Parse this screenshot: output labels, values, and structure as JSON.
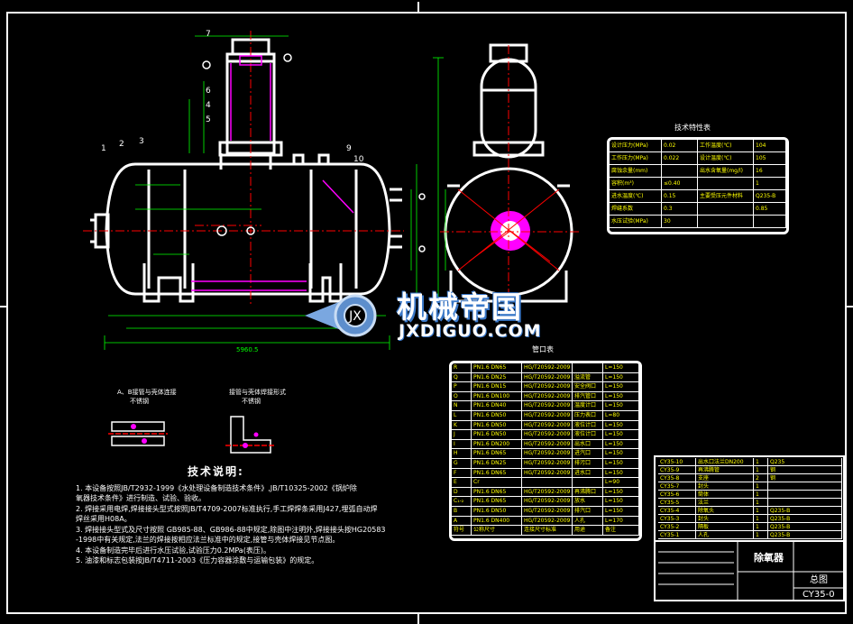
{
  "drawing": {
    "tech_title": "技术说明:",
    "notes": [
      "1. 本设备按照JB/T2932-1999《水处理设备制造技术条件》,JB/T10325-2002《锅炉除",
      "   氧器技术条件》进行制造、试验、验收。",
      "2. 焊接采用电焊,焊接接头型式按照JB/T4709-2007标准执行,手工焊焊条采用J427,埋弧自动焊",
      "   焊丝采用H08A。",
      "3. 焊接接头型式及尺寸按照 GB985-88、GB986-88中规定,除图中注明外,焊接接头按HG20583",
      "   -1998中有关规定,法兰的焊接按相应法兰标准中的规定,接管与壳体焊接见节点图。",
      "4. 本设备制造完毕后进行水压试验,试验压力0.2MPa(表压)。",
      "5. 油漆和标志包装按JB/T4711-2003《压力容器涂敷与运输包装》的规定。"
    ],
    "detail_a_title": "A、B接管与壳体连接",
    "detail_a_sub": "不锈钢",
    "detail_b_title": "接管与壳体焊接形式",
    "detail_b_sub": "不锈钢",
    "nozzle_table_title": "管口表",
    "spec_table_title": "技术特性表",
    "dim_overall": "5960.5",
    "part_numbers": [
      "7",
      "6",
      "4",
      "5",
      "1",
      "2",
      "3",
      "9",
      "10"
    ],
    "title_block_name": "除氧器",
    "title_block_sheet": "总图",
    "drawing_number": "CY35-0"
  },
  "spec_rows": [
    [
      "设计压力(MPa)",
      "0.02",
      "工作温度(℃)",
      "104"
    ],
    [
      "工作压力(MPa)",
      "0.022",
      "设计温度(℃)",
      "105"
    ],
    [
      "腐蚀余量(mm)",
      "",
      "出水含氧量(mg/l)",
      "16"
    ],
    [
      "容积(m³)",
      "≤0.40",
      "",
      "1"
    ],
    [
      "进水温度(℃)",
      "0.15",
      "主要受压元件材料",
      "Q235-B"
    ],
    [
      "焊缝系数",
      "0.3",
      "",
      "0.85"
    ],
    [
      "水压试验(MPa)",
      "30",
      "",
      ""
    ]
  ],
  "nozzle_rows": [
    [
      "R",
      "PN1.6 DN65",
      "HG/T20592-2009",
      "",
      "L=150"
    ],
    [
      "Q",
      "PN1.6 DN25",
      "HG/T20592-2009",
      "溢流管",
      "L=150"
    ],
    [
      "P",
      "PN1.6 DN15",
      "HG/T20592-2009",
      "安全阀口",
      "L=150"
    ],
    [
      "O",
      "PN1.6 DN100",
      "HG/T20592-2009",
      "排汽管口",
      "L=150"
    ],
    [
      "N",
      "PN1.6 DN40",
      "HG/T20592-2009",
      "温度计口",
      "L=150"
    ],
    [
      "L",
      "PN1.6 DN50",
      "HG/T20592-2009",
      "压力表口",
      "L=80"
    ],
    [
      "K",
      "PN1.6 DN50",
      "HG/T20592-2009",
      "液位计口",
      "L=150"
    ],
    [
      "J",
      "PN1.6 DN50",
      "HG/T20592-2009",
      "液位计口",
      "L=150"
    ],
    [
      "I",
      "PN1.6 DN200",
      "HG/T20592-2009",
      "出水口",
      "L=150"
    ],
    [
      "H",
      "PN1.6 DN65",
      "HG/T20592-2009",
      "进汽口",
      "L=150"
    ],
    [
      "G",
      "PN1.6 DN25",
      "HG/T20592-2009",
      "排污口",
      "L=150"
    ],
    [
      "F",
      "PN1.6 DN65",
      "HG/T20592-2009",
      "进水口",
      "L=150"
    ],
    [
      "E",
      "Cr",
      "",
      "",
      "L=90"
    ],
    [
      "D",
      "PN1.6 DN65",
      "HG/T20592-2009",
      "再沸腾口",
      "L=150"
    ],
    [
      "C₁-₂",
      "PN1.6 DN65",
      "HG/T20592-2009",
      "放水",
      "L=150"
    ],
    [
      "B",
      "PN1.6 DN50",
      "HG/T20592-2009",
      "排汽口",
      "L=150"
    ],
    [
      "A",
      "PN1.6 DN400",
      "HG/T20592-2009",
      "人孔",
      "L=170"
    ],
    [
      "符号",
      "公称尺寸",
      "连接尺寸标准",
      "用途",
      "备注"
    ]
  ],
  "bom_rows": [
    [
      "CY35-10",
      "出水口法兰DN200",
      "1",
      "Q235"
    ],
    [
      "CY35-9",
      "再沸腾管",
      "1",
      "钢"
    ],
    [
      "CY35-8",
      "支座",
      "2",
      "钢"
    ],
    [
      "CY35-7",
      "封头",
      "1",
      ""
    ],
    [
      "CY35-6",
      "筒体",
      "1",
      ""
    ],
    [
      "CY35-5",
      "法兰",
      "1",
      ""
    ],
    [
      "CY35-4",
      "除氧头",
      "1",
      "Q235-B"
    ],
    [
      "CY35-3",
      "封头",
      "1",
      "Q235-B"
    ],
    [
      "CY35-2",
      "隔板",
      "1",
      "Q235-B"
    ],
    [
      "CY35-1",
      "人孔",
      "1",
      "Q235-B"
    ]
  ],
  "watermark": {
    "cn": "机械帝国",
    "en": "JXDIGUO.COM"
  },
  "colors": {
    "frame": "#ffffff",
    "center": "#ff0000",
    "dim": "#00ff00",
    "accent": "#ff00ff",
    "text": "#ffff00"
  }
}
